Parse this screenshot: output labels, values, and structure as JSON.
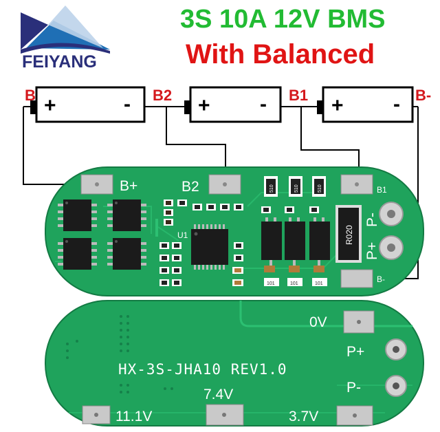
{
  "brand": {
    "name": "FEIYANG",
    "logo_colors": {
      "navy": "#2a2f7a",
      "blue": "#1f6fb5",
      "light": "#bcd3ea"
    }
  },
  "title": {
    "line1": "3S 10A 12V BMS",
    "line2": "With Balanced",
    "line1_color": "#22bb33",
    "line2_color": "#e01414"
  },
  "diagram": {
    "terminals": [
      {
        "id": "b-plus",
        "label": "B+"
      },
      {
        "id": "b2",
        "label": "B2"
      },
      {
        "id": "b1",
        "label": "B1"
      },
      {
        "id": "b-minus",
        "label": "B-"
      }
    ],
    "cells": [
      {
        "plus": "+",
        "minus": "-"
      },
      {
        "plus": "+",
        "minus": "-"
      },
      {
        "plus": "+",
        "minus": "-"
      }
    ],
    "label_color": "#d4181c"
  },
  "board_front": {
    "labels": {
      "b_plus": "B+",
      "b2": "B2",
      "b1": "B1",
      "b_minus": "B-",
      "p_minus": "P-",
      "p_plus": "P+",
      "u1": "U1",
      "shunt": "R020"
    },
    "resistor_codes": [
      "510",
      "510",
      "510"
    ],
    "cap_codes": [
      "101",
      "101",
      "101"
    ]
  },
  "board_back": {
    "labels": {
      "ov": "0V",
      "p_plus": "P+",
      "p_minus": "P-",
      "model": "HX-3S-JHA10 REV1.0",
      "v74": "7.4V",
      "v111": "11.1V",
      "v37": "3.7V"
    }
  },
  "colors": {
    "pcb": "#1fa35c",
    "pcb_dark": "#15814a",
    "trace": "#27b968",
    "pad": "#c9c9c9",
    "chip": "#1b1b1b",
    "silk": "#ffffff"
  }
}
